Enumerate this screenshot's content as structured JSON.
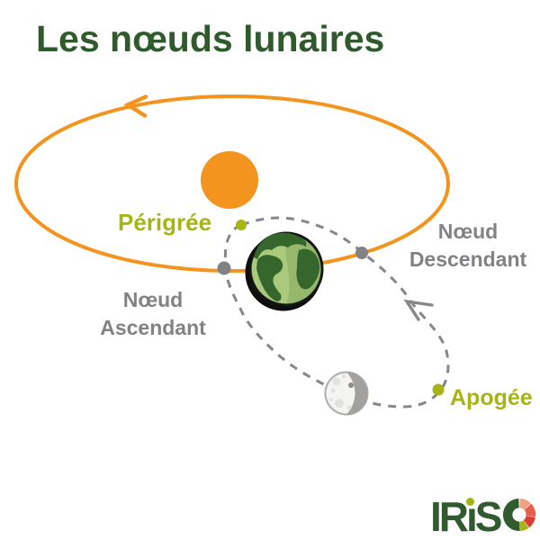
{
  "title": "Les nœuds lunaires",
  "diagram": {
    "perigee_label": "Périgrée",
    "apogee_label": "Apogée",
    "ascending_node": {
      "line1": "Nœud",
      "line2": "Ascendant"
    },
    "descending_node": {
      "line1": "Nœud",
      "line2": "Descendant"
    },
    "colors": {
      "earth_orbit": "#F3941E",
      "sun": "#F3941E",
      "moon_orbit": "#85878A",
      "node_dot": "#808285",
      "apsis_dot": "#A6B414",
      "title_green": "#2F5B2C",
      "label_gray": "#808285",
      "label_olive": "#A6B414",
      "earth_light": "#A9C97C",
      "earth_continent": "#35662C",
      "moon_body": "#F4F4F2",
      "moon_shadow": "#A2A19F"
    }
  },
  "logo": {
    "brand": "IRISO",
    "text_before_i": "IR",
    "dotless_i": "ı",
    "text_after_i": "S",
    "green": "#2F5B2E",
    "o_segments": [
      "#F2A07F",
      "#E4604E",
      "#D94036",
      "#A8B41B",
      "#2F5B2E"
    ]
  }
}
